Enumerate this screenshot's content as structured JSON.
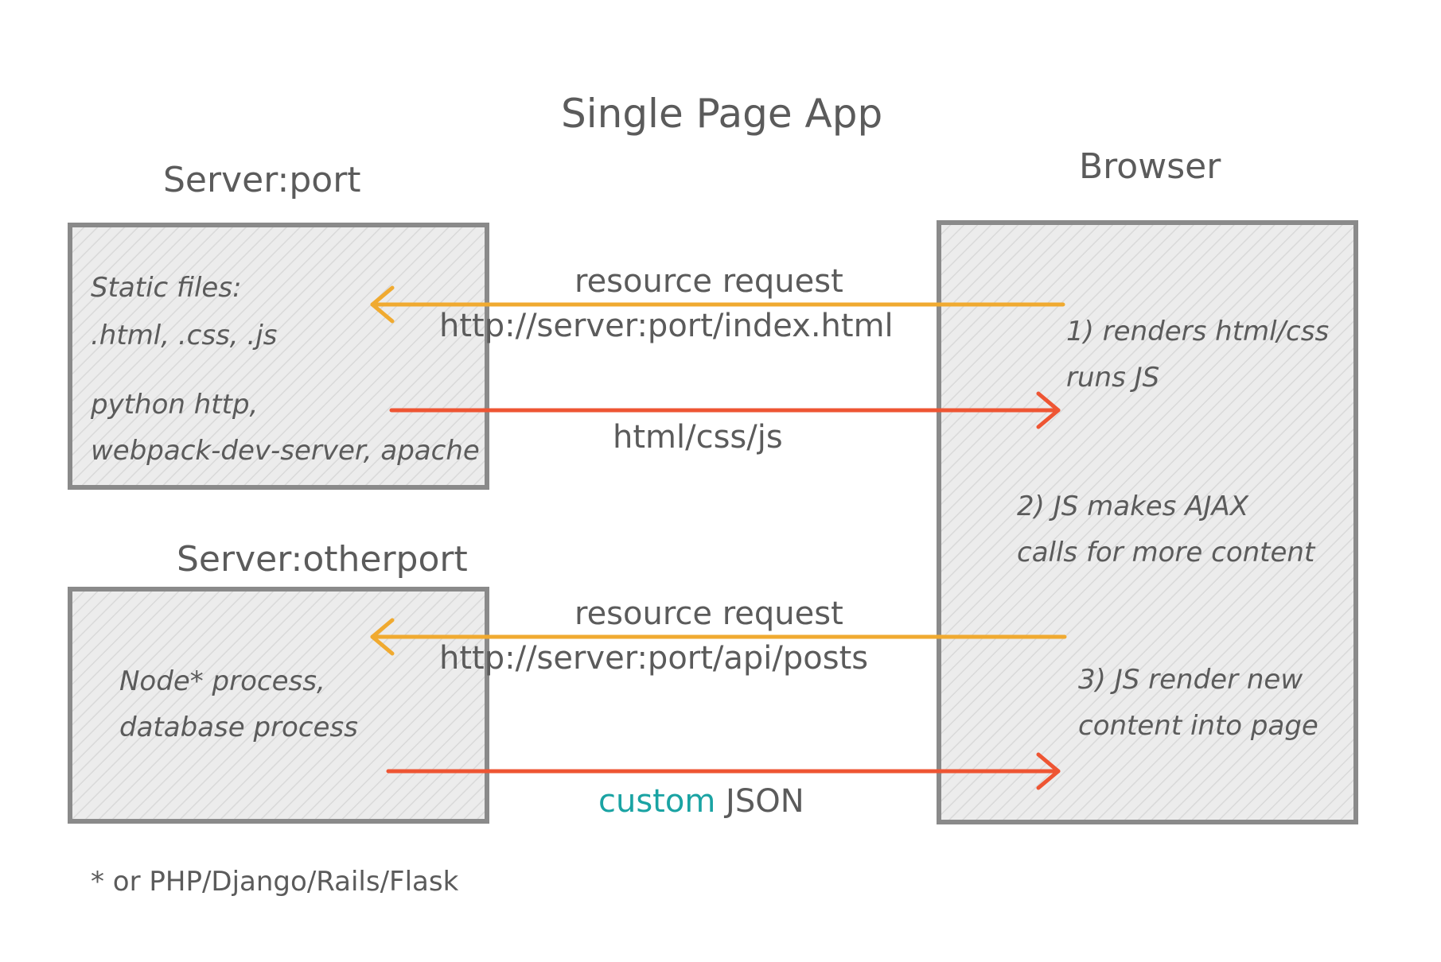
{
  "title": "Single Page App",
  "server_port": {
    "heading": "Server:port",
    "static_files": "Static files:",
    "file_types": ".html, .css, .js",
    "servers_line1": "python http,",
    "servers_line2": "webpack-dev-server, apache"
  },
  "server_otherport": {
    "heading": "Server:otherport",
    "line1": "Node* process,",
    "line2": "database process"
  },
  "browser": {
    "heading": "Browser",
    "step1_line1": "1) renders html/css",
    "step1_line2": "runs JS",
    "step2_line1": "2) JS makes AJAX",
    "step2_line2": "calls for more content",
    "step3_line1": "3) JS render new",
    "step3_line2": "content into page"
  },
  "arrows": {
    "request1_label": "resource request",
    "request1_url": "http://server:port/index.html",
    "response1_label": "html/css/js",
    "request2_label": "resource request",
    "request2_url": "http://server:port/api/posts",
    "response2_prefix": "custom",
    "response2_suffix": "JSON"
  },
  "footnote": "* or PHP/Django/Rails/Flask",
  "colors": {
    "request_arrow": "#f0aa30",
    "response_arrow": "#ee5533",
    "box_border": "#8a8a8a",
    "box_fill": "#ececec",
    "accent_text": "#1aa3a3"
  }
}
